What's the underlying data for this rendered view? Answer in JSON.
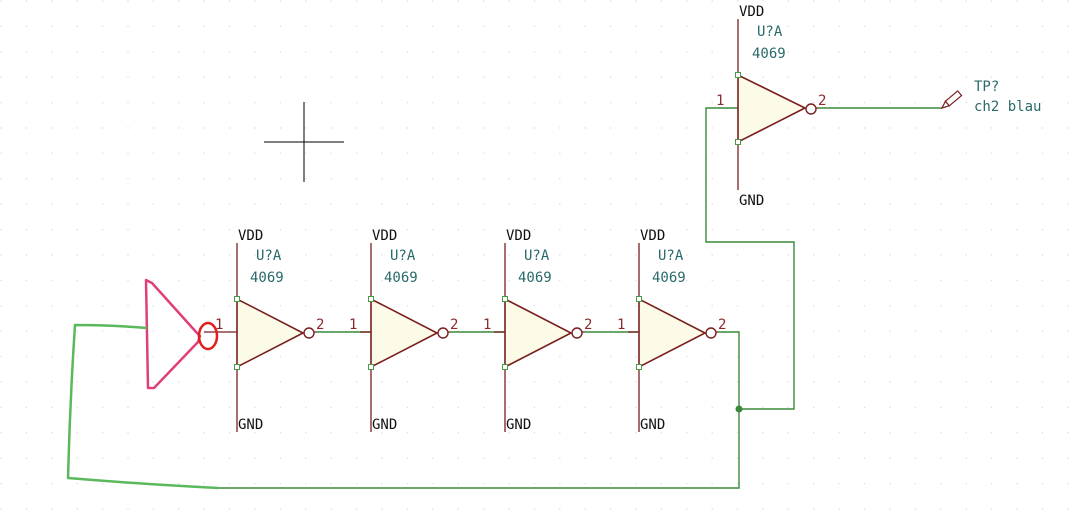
{
  "schematic": {
    "colors": {
      "wire": "#3a8a3a",
      "component": "#7a1e1e",
      "gate_fill": "#fbfbe8",
      "ref_text": "#2a6a6a",
      "pin_number": "#8a2a2a",
      "annotation_pink": "#e0407a",
      "annotation_red": "#e02020",
      "annotation_green": "#5cb85c",
      "cursor": "#000000"
    },
    "gates": [
      {
        "vdd": "VDD",
        "ref": "U?A",
        "value": "4069",
        "pin_in": "1",
        "pin_out": "2",
        "gnd": "GND"
      },
      {
        "vdd": "VDD",
        "ref": "U?A",
        "value": "4069",
        "pin_in": "1",
        "pin_out": "2",
        "gnd": "GND"
      },
      {
        "vdd": "VDD",
        "ref": "U?A",
        "value": "4069",
        "pin_in": "1",
        "pin_out": "2",
        "gnd": "GND"
      },
      {
        "vdd": "VDD",
        "ref": "U?A",
        "value": "4069",
        "pin_in": "1",
        "pin_out": "2",
        "gnd": "GND"
      },
      {
        "vdd": "VDD",
        "ref": "U?A",
        "value": "4069",
        "pin_in": "1",
        "pin_out": "2",
        "gnd": "GND"
      }
    ],
    "test_point": {
      "ref": "TP?",
      "value": "ch2 blau",
      "icon": "pencil-icon"
    },
    "cursor_icon": "crosshair-icon"
  }
}
